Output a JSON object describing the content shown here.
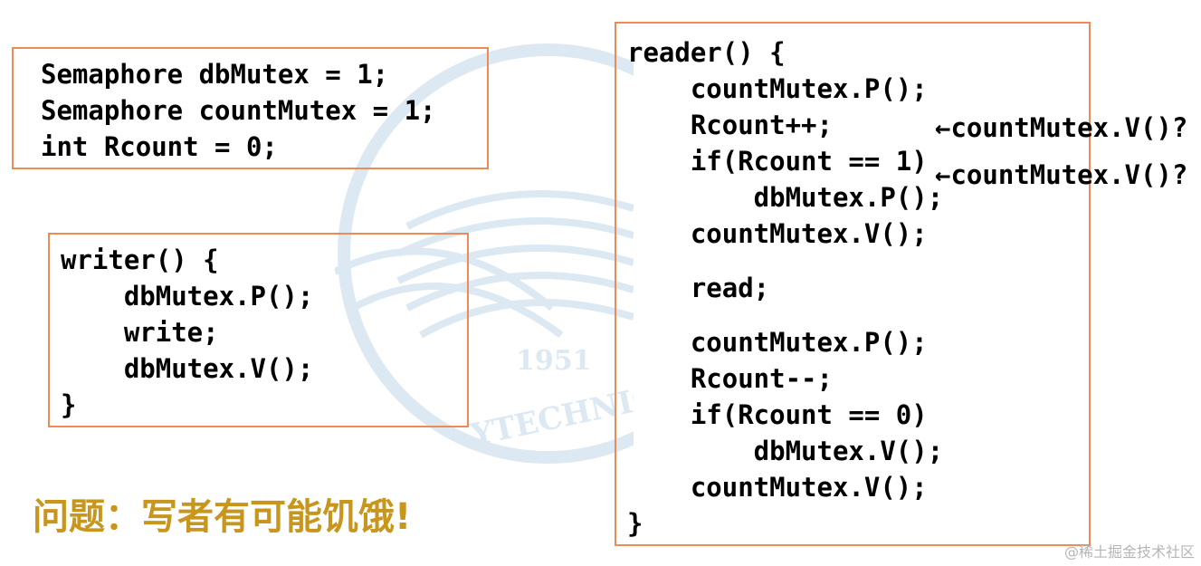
{
  "declarations": {
    "lines": [
      "Semaphore dbMutex = 1;",
      "Semaphore countMutex = 1;",
      "int Rcount = 0;"
    ]
  },
  "writer": {
    "lines": [
      "writer() {",
      "    dbMutex.P();",
      "    write;",
      "    dbMutex.V();",
      "}"
    ]
  },
  "reader": {
    "lines": [
      "reader() {",
      "    countMutex.P();",
      "    Rcount++;",
      "    if(Rcount == 1)",
      "        dbMutex.P();",
      "    countMutex.V();",
      "",
      "    read;",
      "",
      "    countMutex.P();",
      "    Rcount--;",
      "    if(Rcount == 0)",
      "        dbMutex.V();",
      "    countMutex.V();",
      "}"
    ]
  },
  "annotations": [
    "←countMutex.V()?",
    "←countMutex.V()?"
  ],
  "problem_text": "问题：写者有可能饥饿!",
  "credit_text": "@稀土掘金技术社区",
  "watermark": {
    "year": "1951",
    "text": "YTECHNIC"
  },
  "colors": {
    "box_border": "#ec8b55",
    "problem": "#c8961c",
    "watermark": "#dce9f3"
  }
}
